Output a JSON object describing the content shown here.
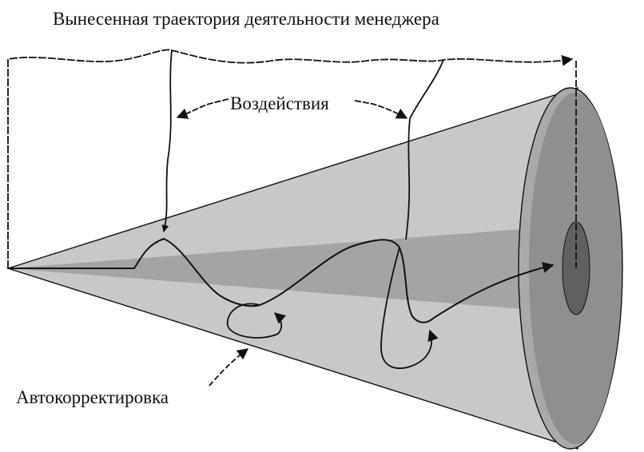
{
  "diagram": {
    "title": "Вынесенная траектория деятельности менеджера",
    "influences_label": "Воздействия",
    "autocorrection_label": "Автокорректировка",
    "colors": {
      "background": "#ffffff",
      "cone_body": "#c8c8c8",
      "cone_core": "#a4a4a4",
      "cone_rim": "#a9a9a9",
      "cone_face": "#8f8f8f",
      "target_spot": "#606060",
      "line": "#111111",
      "text": "#111111"
    }
  }
}
